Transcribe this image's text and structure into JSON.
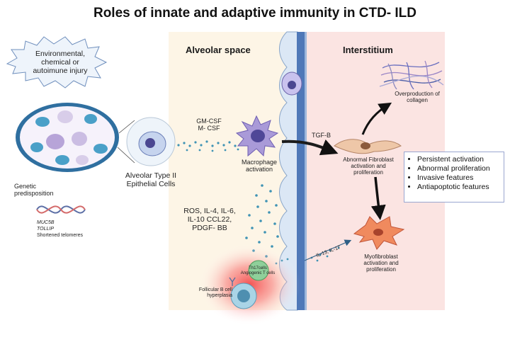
{
  "title": "Roles of innate and adaptive immunity in CTD- ILD",
  "sections": {
    "alveolar_space": "Alveolar space",
    "interstitium": "Interstitium"
  },
  "injury": {
    "line1": "Environmental,",
    "line2": "chemical or",
    "line3": "autoimune injury"
  },
  "genetic": {
    "line1": "Genetic",
    "line2": "predisposition",
    "gene1": "MUC5B",
    "gene2": "TOLLIP",
    "telomeres": "Shortened telomeres"
  },
  "at2": {
    "line1": "Alveolar Type II",
    "line2": "Epithelial Cells"
  },
  "cytokines_top": {
    "line1": "GM-CSF",
    "line2": "M- CSF"
  },
  "macrophage": {
    "line1": "Macrophage",
    "line2": "activation"
  },
  "tgfb": "TGF-B",
  "collagen": {
    "line1": "Overproduction of",
    "line2": "collagen"
  },
  "fibroblast": {
    "line1": "Abnormal Fibroblast",
    "line2": "activation and",
    "line3": "proliferation"
  },
  "features": [
    "Persistent activation",
    "Abnormal proliferation",
    "Invasive features",
    "Antiapoptotic features"
  ],
  "cytokines_bottom": {
    "line1": "ROS, IL-4, IL-6,",
    "line2": "IL-10 CCL22,",
    "line3": "PDGF- BB"
  },
  "il_label": "IL-13, IL-17",
  "myofibroblast": {
    "line1": "Myofibroblast",
    "line2": "activation and",
    "line3": "proliferation"
  },
  "th17": {
    "line1": "Th17cells",
    "line2": "Angiogenic T cells"
  },
  "bcell": {
    "line1": "Follicular B cell",
    "line2": "hyperplasia"
  },
  "colors": {
    "alveolar_bg": "#fdf5e6",
    "interstitium_bg": "#fbe4e2",
    "membrane": "#4f78b8",
    "dots": "#3f93b4",
    "macrophage": "#a99ad8",
    "fibroblast": "#eec7a8",
    "myofibroblast": "#f08a5e",
    "inflammation": "#f24a4a"
  }
}
